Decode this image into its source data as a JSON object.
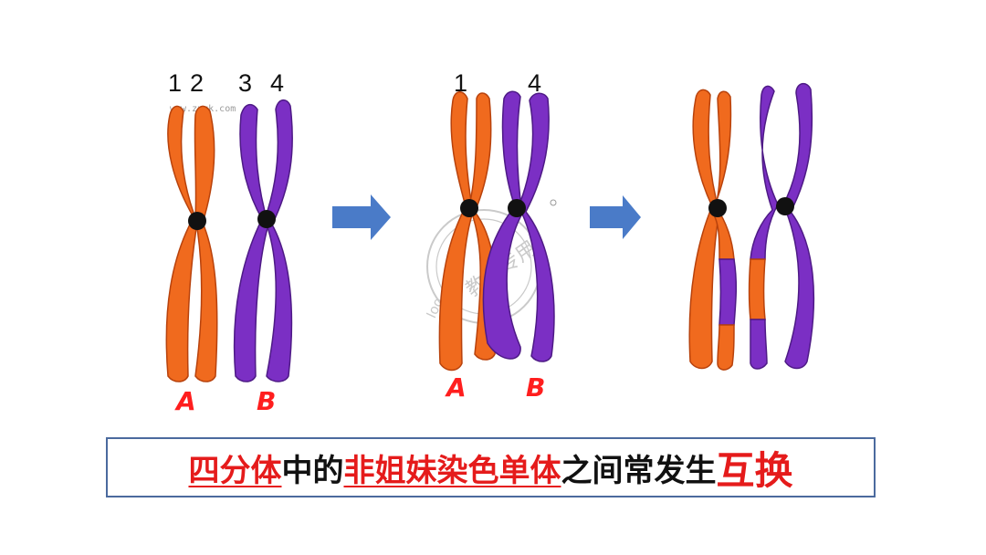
{
  "colors": {
    "orange": "#f06a1e",
    "orange_outline": "#b8420c",
    "purple": "#7b2fc4",
    "purple_outline": "#4e1a86",
    "centromere": "#111111",
    "arrow": "#4a7bc8",
    "highlight_text": "#e51b1b"
  },
  "stage1": {
    "chromatid_numbers": [
      "1",
      "2",
      "3",
      "4"
    ],
    "gene_labels": [
      "A",
      "B"
    ],
    "watermark": "www.zxxk.com"
  },
  "stage2": {
    "chromatid_numbers": [
      "1",
      "4"
    ],
    "gene_labels": [
      "A",
      "B"
    ],
    "stamp_text": "教师专用",
    "stamp_side": "Ioo"
  },
  "caption": {
    "part1": "四分体",
    "part2": "中的",
    "part3": "非姐妹染色单体",
    "part4": "之间常发生",
    "part5": "互换"
  }
}
